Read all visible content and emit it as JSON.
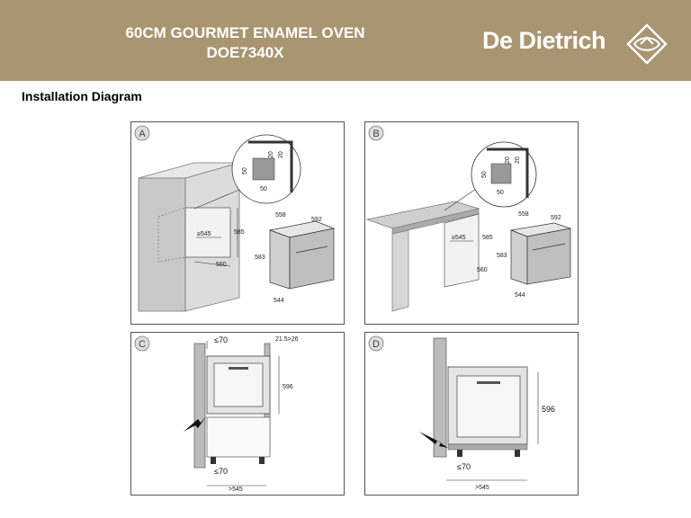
{
  "header": {
    "title_line1": "60CM GOURMET ENAMEL OVEN",
    "title_line2": "DOE7340X",
    "brand": "De Dietrich",
    "background_color": "#a99572"
  },
  "section_title": "Installation Diagram",
  "panels": {
    "a": {
      "label": "A",
      "inset": {
        "h50": "50",
        "w50": "50",
        "d20a": "20",
        "d20b": "20"
      },
      "niche": {
        "depth": "≥545",
        "height": "585",
        "width": "560"
      },
      "oven": {
        "depth": "558",
        "width": "592",
        "height": "583",
        "front": "544"
      }
    },
    "b": {
      "label": "B",
      "inset": {
        "h50": "50",
        "w50": "50",
        "d20a": "20",
        "d20b": "20"
      },
      "niche": {
        "depth": "≥545",
        "height": "585",
        "width": "560"
      },
      "oven": {
        "depth": "558",
        "width": "592",
        "height": "583",
        "front": "544"
      }
    },
    "c": {
      "label": "C",
      "top_gap": "≤70",
      "side": "21.5>26",
      "height": "596",
      "bottom_gap": "≤70",
      "depth": ">545"
    },
    "d": {
      "label": "D",
      "height": "596",
      "bottom_gap": "≤70",
      "depth": ">545"
    }
  }
}
